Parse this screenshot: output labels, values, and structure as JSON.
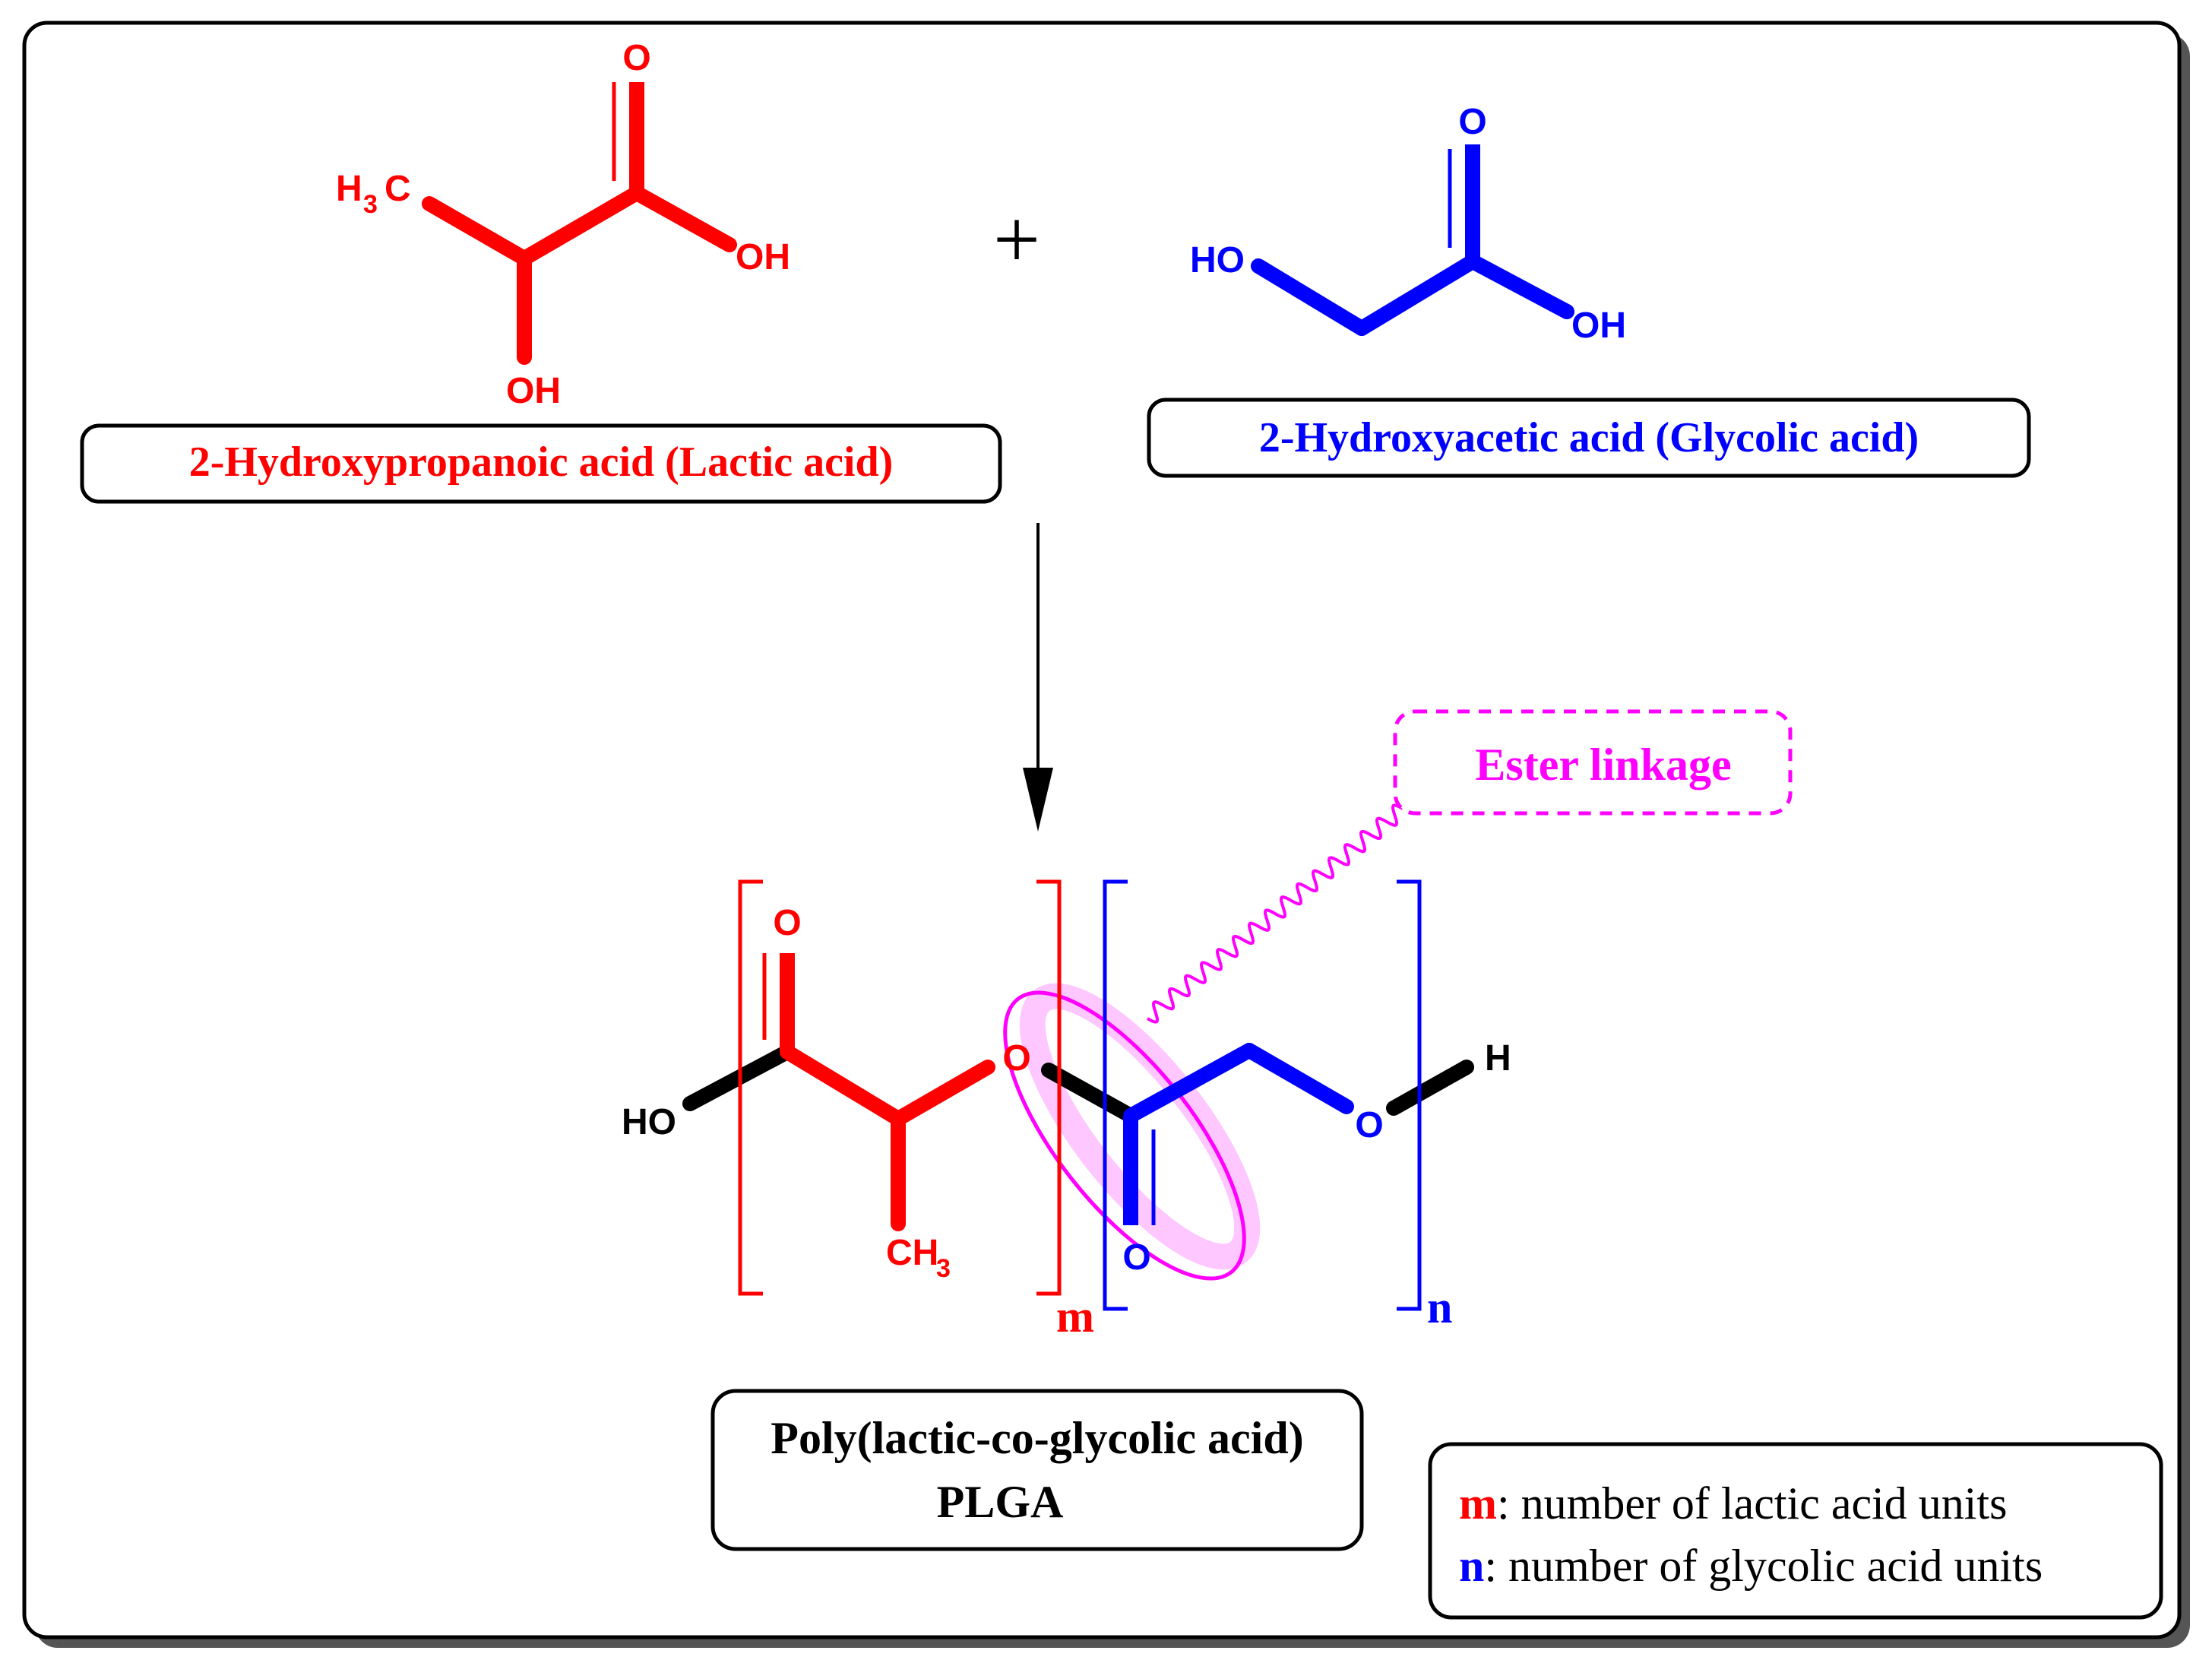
{
  "colors": {
    "lactic": "#ff0000",
    "glycolic": "#0000ff",
    "linkage": "#ff00ff",
    "black": "#000000"
  },
  "atoms": {
    "o": "O",
    "oh": "OH",
    "ho": "HO",
    "h": "H",
    "ch3_c": "CH",
    "ch3_sub": "3",
    "h3c_h": "H",
    "h3c_sub": "3",
    "h3c_c": "C"
  },
  "lactic_acid": {
    "name": "2-Hydroxypropanoic acid (Lactic acid)"
  },
  "glycolic_acid": {
    "name": "2-Hydroxyacetic acid (Glycolic acid)"
  },
  "reaction": {
    "plus": "+"
  },
  "polymer": {
    "name_line1": "Poly(lactic-co-glycolic acid)",
    "name_line2": "PLGA",
    "subscript_m": "m",
    "subscript_n": "n"
  },
  "annotation": {
    "ester_linkage": "Ester linkage"
  },
  "legend": {
    "m_symbol": "m",
    "m_text": ": number of lactic acid units",
    "n_symbol": "n",
    "n_text": ": number of glycolic acid units"
  }
}
